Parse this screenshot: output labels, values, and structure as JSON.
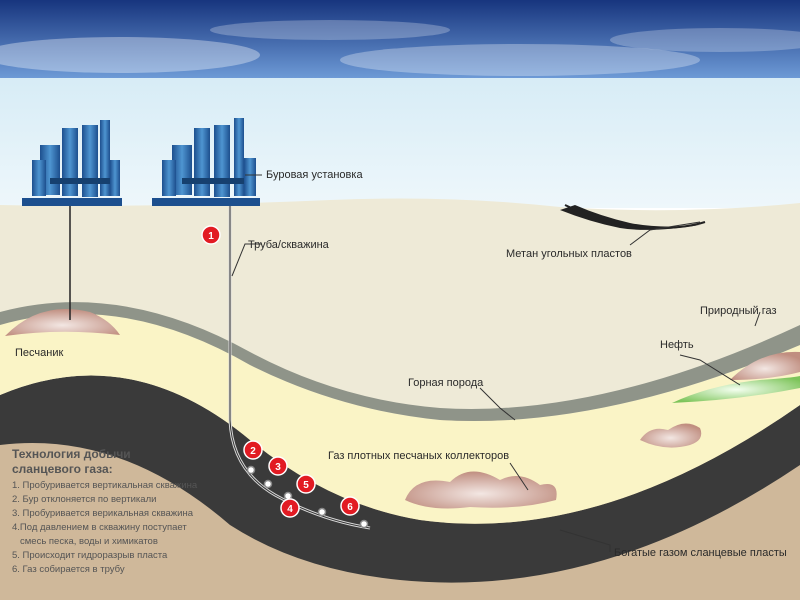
{
  "labels": {
    "drilling_rig": "Буровая установка",
    "pipe_well": "Труба/скважина",
    "coalbed_methane": "Метан угольных пластов",
    "sandstone": "Песчаник",
    "natural_gas": "Природный газ",
    "oil": "Нефть",
    "rock": "Горная порода",
    "tight_gas": "Газ плотных песчаных коллекторов",
    "shale_layers": "Богатые газом сланцевые пласты"
  },
  "legend": {
    "title_line1": "Технология добычи",
    "title_line2": "сланцевого газа:",
    "items": [
      "1. Пробуривается вертикальная скважина",
      "2. Бур отклоняется по вертикали",
      "3. Пробуривается верикальная скважина",
      "4.Под давлением в скважину поступает",
      "смесь песка, воды и химикатов",
      "5. Происходит гидроразрыв пласта",
      "6. Газ собирается в трубу"
    ]
  },
  "steps": [
    "1",
    "2",
    "3",
    "4",
    "5",
    "6"
  ],
  "colors": {
    "sky_top": "#1f3f8c",
    "sky_band": "#dff0f7",
    "ground": "#eeead7",
    "sandstone": "#faf4c6",
    "rock_layer": "#8a8f84",
    "shale": "#3b3b3b",
    "bottom": "#cfb89a",
    "accent_red": "#e21b23",
    "facility_blue": "#2a6fb0"
  }
}
